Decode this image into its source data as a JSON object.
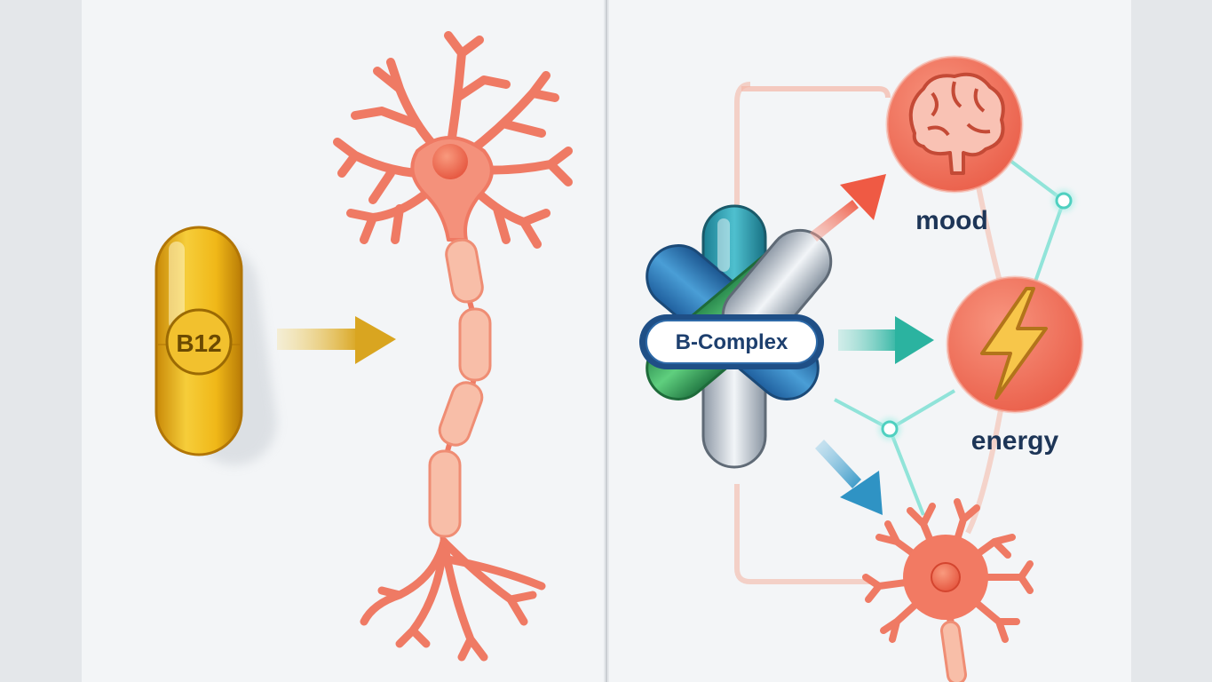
{
  "left_panel": {
    "capsule_label": "B12"
  },
  "right_panel": {
    "badge_label": "B-Complex",
    "targets": [
      {
        "key": "mood",
        "label": "mood",
        "icon": "brain-icon"
      },
      {
        "key": "energy",
        "label": "energy",
        "icon": "lightning-bolt-icon"
      },
      {
        "key": "nerves",
        "label": "",
        "icon": "neuron-icon"
      }
    ]
  },
  "colors": {
    "panel": "#f3f5f7",
    "gold": "#e8b31c",
    "neuron": "#f0826f",
    "myelin": "#f7b7a0",
    "teal": "#3cc2b0",
    "blue": "#3a9cc9",
    "badge_navy": "#1f4f86",
    "text_dark": "#1d3557",
    "circle": "#f0735e"
  }
}
